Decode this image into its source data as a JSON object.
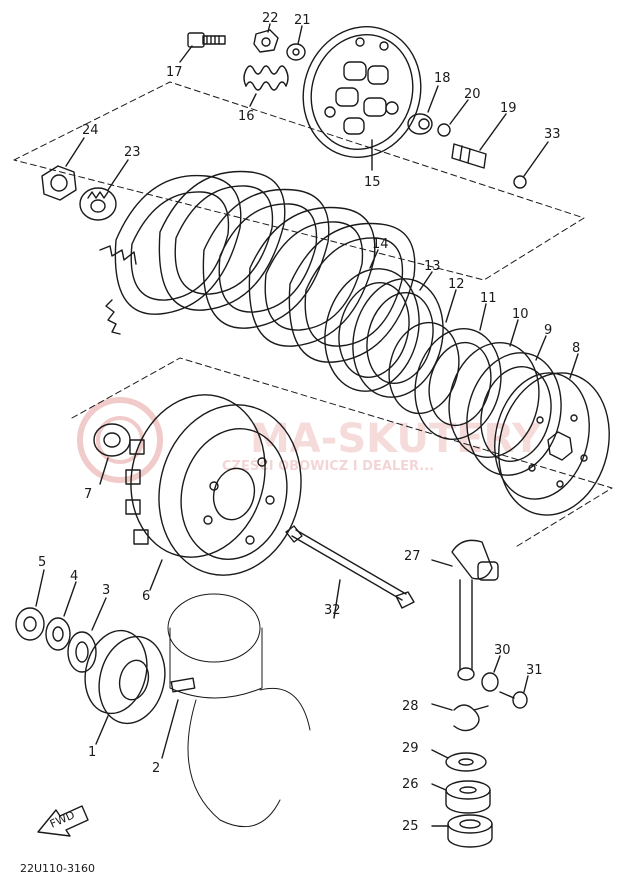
{
  "diagram": {
    "code": "22U110-3160",
    "direction_label": "FWD",
    "watermark": {
      "brand": "MA-SKUTERY",
      "subtitle": "CZĘŚCI OBOWICZ I DEALER..."
    },
    "callouts": [
      {
        "id": "p1",
        "label": "1"
      },
      {
        "id": "p2",
        "label": "2"
      },
      {
        "id": "p3",
        "label": "3"
      },
      {
        "id": "p4",
        "label": "4"
      },
      {
        "id": "p5",
        "label": "5"
      },
      {
        "id": "p6",
        "label": "6"
      },
      {
        "id": "p7",
        "label": "7"
      },
      {
        "id": "p8",
        "label": "8"
      },
      {
        "id": "p9",
        "label": "9"
      },
      {
        "id": "p10",
        "label": "10"
      },
      {
        "id": "p11",
        "label": "11"
      },
      {
        "id": "p12",
        "label": "12"
      },
      {
        "id": "p13",
        "label": "13"
      },
      {
        "id": "p14",
        "label": "14"
      },
      {
        "id": "p15",
        "label": "15"
      },
      {
        "id": "p16",
        "label": "16"
      },
      {
        "id": "p17",
        "label": "17"
      },
      {
        "id": "p18",
        "label": "18"
      },
      {
        "id": "p19",
        "label": "19"
      },
      {
        "id": "p20",
        "label": "20"
      },
      {
        "id": "p21",
        "label": "21"
      },
      {
        "id": "p22",
        "label": "22"
      },
      {
        "id": "p23",
        "label": "23"
      },
      {
        "id": "p24",
        "label": "24"
      },
      {
        "id": "p25",
        "label": "25"
      },
      {
        "id": "p26",
        "label": "26"
      },
      {
        "id": "p27",
        "label": "27"
      },
      {
        "id": "p28",
        "label": "28"
      },
      {
        "id": "p29",
        "label": "29"
      },
      {
        "id": "p30",
        "label": "30"
      },
      {
        "id": "p31",
        "label": "31"
      },
      {
        "id": "p32",
        "label": "32"
      },
      {
        "id": "p33",
        "label": "33"
      }
    ],
    "colors": {
      "ink": "#1a1a1a",
      "paper": "#ffffff",
      "watermark": "#e7a0a0"
    }
  }
}
